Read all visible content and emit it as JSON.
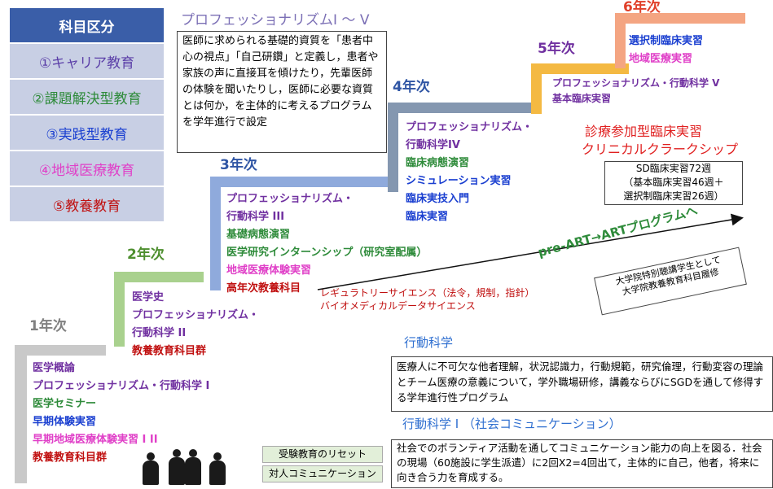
{
  "legend": {
    "title": "科目区分",
    "items": [
      "①キャリア教育",
      "②課題解決型教育",
      "③実践型教育",
      "④地域医療教育",
      "⑤教養教育"
    ],
    "colors": [
      "#5b3fa8",
      "#2e8b3a",
      "#1a3fd0",
      "#e040c8",
      "#c01010"
    ]
  },
  "professionalism": {
    "title": "プロフェッショナリズムI ～ V",
    "text": "医師に求められる基礎的資質を「患者中心の視点」「自己研鑽」と定義し，患者や家族の声に直接耳を傾けたり，先輩医師の体験を聞いたりし，医師に必要な資質とは何か，を主体的に考えるプログラムを学年進行で設定"
  },
  "years": {
    "y1": {
      "label": "1年次",
      "items": [
        "医学概論",
        "プロフェッショナリズム・行動科学 I",
        "医学セミナー",
        "早期体験実習",
        "早期地域医療体験実習 I II",
        "教養教育科目群"
      ]
    },
    "y2": {
      "label": "2年次",
      "items": [
        "医学史",
        "プロフェッショナリズム・",
        "行動科学 II",
        "教養教育科目群"
      ]
    },
    "y3": {
      "label": "3年次",
      "items": [
        "プロフェッショナリズム・",
        "行動科学 III",
        "基礎病態演習",
        "医学研究インターンシップ（研究室配属）",
        "地域医療体験実習",
        "高年次教養科目"
      ],
      "note1": "レギュラトリーサイエンス（法令，規制，指針）",
      "note2": "バイオメディカルデータサイエンス"
    },
    "y4": {
      "label": "4年次",
      "items": [
        "プロフェッショナリズム・",
        "行動科学IV",
        "臨床病態演習",
        "シミュレーション実習",
        "臨床実技入門",
        "臨床実習"
      ]
    },
    "y5": {
      "label": "5年次",
      "items": [
        "プロフェッショナリズム・行動科学 V",
        "基本臨床実習"
      ]
    },
    "y6": {
      "label": "6年次",
      "items": [
        "選択制臨床実習",
        "地域医療実習"
      ]
    }
  },
  "clinical": {
    "line1": "診療参加型臨床実習",
    "line2": "クリニカルクラークシップ",
    "sd_box": [
      "SD臨床実習72週",
      "（基本臨床実習46週＋",
      "選択制臨床実習26週）"
    ]
  },
  "pre_art": {
    "label": "pre-ART→ARTプログラムへ",
    "note1": "大学院特別聴講学生として",
    "note2": "大学院教養教育科目履修"
  },
  "behavioral": {
    "title": "行動科学",
    "text": "医療人に不可欠な他者理解，状況認識力，行動規範，研究倫理，行動変容の理論とチーム医療の意義について，学外職場研修，講義ならびにSGDを通して修得する学年進行性プログラム"
  },
  "social": {
    "title": "行動科学 I （社会コミュニケーション）",
    "tag1": "受験教育のリセット",
    "tag2": "対人コミュニケーション",
    "text": "社会でのボランティア活動を通してコミュニケーション能力の向上を図る．社会の現場（60施設に学生派遣）に2回X2=4回出て，主体的に自己，他者，将来に向き合う力を育成する。"
  }
}
